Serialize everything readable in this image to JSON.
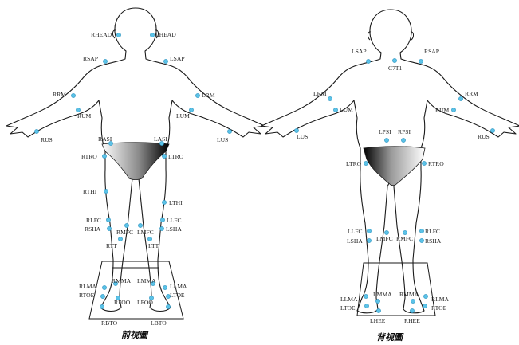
{
  "marker_color": "#5bc2e7",
  "front": {
    "caption": "前視圖",
    "markers": [
      "RHEAD",
      "LHEAD",
      "RSAP",
      "LSAP",
      "RRM",
      "LRM",
      "RUM",
      "LUM",
      "RUS",
      "LUS",
      "RASI",
      "LASI",
      "RTRO",
      "LTRO",
      "RTHI",
      "LTHI",
      "RLFC",
      "LLFC",
      "RSHA",
      "LSHA",
      "RMFC",
      "LMFC",
      "RTT",
      "LTT",
      "RMMA",
      "LMMA",
      "RLMA",
      "LLMA",
      "RTOE",
      "LTOE",
      "RFOO",
      "LFOO",
      "RBTO",
      "LBTO"
    ]
  },
  "back": {
    "caption": "背視圖",
    "markers": [
      "LSAP",
      "RSAP",
      "C7T1",
      "LRM",
      "RRM",
      "LUM",
      "RUM",
      "LUS",
      "RUS",
      "LPSI",
      "RPSI",
      "LTRO",
      "RTRO",
      "LLFC",
      "RLFC",
      "LSHA",
      "RSHA",
      "LMFC",
      "RMFC",
      "LLMA",
      "RLMA",
      "LTOE",
      "RTOE",
      "LMMA",
      "RMMA",
      "LHEE",
      "RHEE"
    ]
  }
}
